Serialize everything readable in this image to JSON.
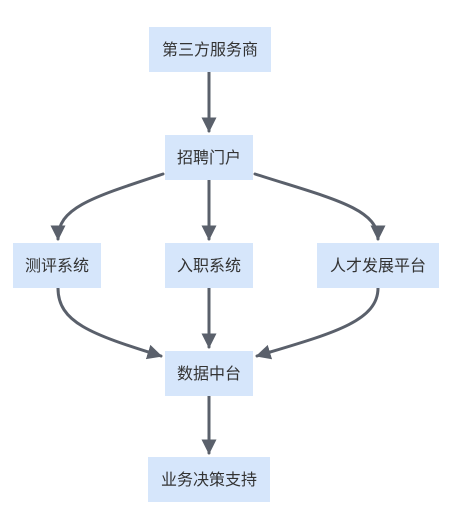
{
  "colors": {
    "node_fill": "#d6e6fb",
    "edge": "#5a606b",
    "text": "#333333"
  },
  "nodes": [
    {
      "id": "provider",
      "label": "第三方服务商"
    },
    {
      "id": "portal",
      "label": "招聘门户"
    },
    {
      "id": "assessment",
      "label": "测评系统"
    },
    {
      "id": "onboarding",
      "label": "入职系统"
    },
    {
      "id": "talent",
      "label": "人才发展平台"
    },
    {
      "id": "datahub",
      "label": "数据中台"
    },
    {
      "id": "decision",
      "label": "业务决策支持"
    }
  ],
  "edges": [
    {
      "from": "provider",
      "to": "portal"
    },
    {
      "from": "portal",
      "to": "assessment"
    },
    {
      "from": "portal",
      "to": "onboarding"
    },
    {
      "from": "portal",
      "to": "talent"
    },
    {
      "from": "assessment",
      "to": "datahub"
    },
    {
      "from": "onboarding",
      "to": "datahub"
    },
    {
      "from": "talent",
      "to": "datahub"
    },
    {
      "from": "datahub",
      "to": "decision"
    }
  ]
}
